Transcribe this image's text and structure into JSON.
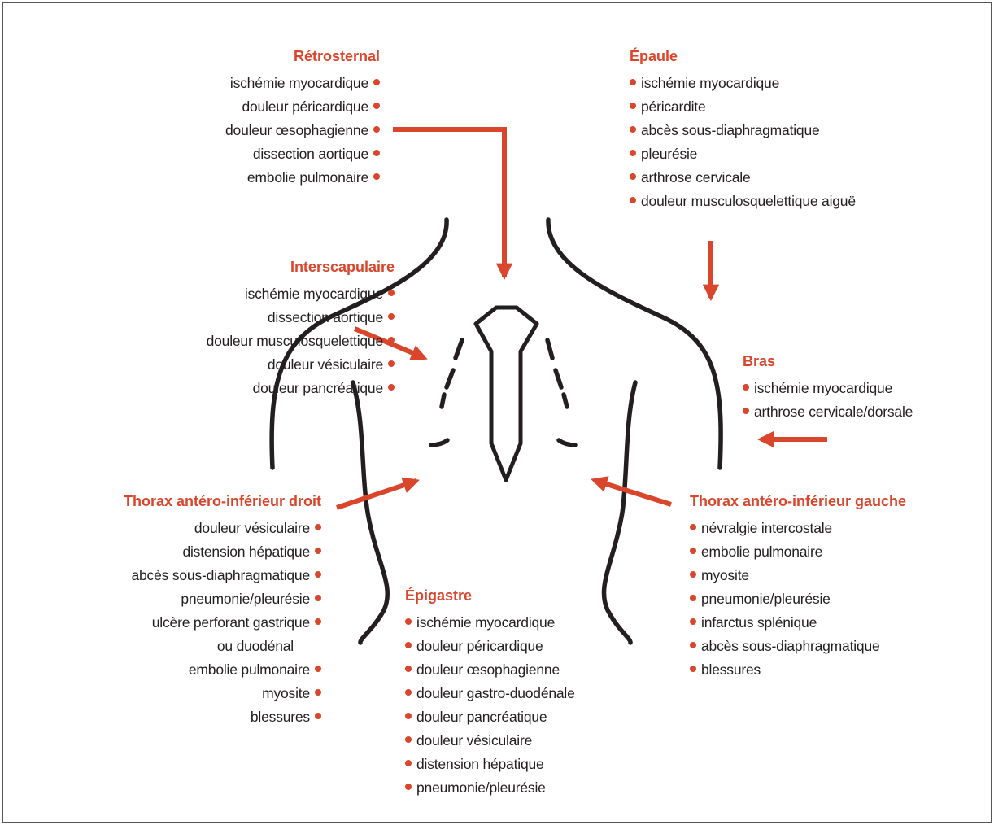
{
  "colors": {
    "accent": "#d9462b",
    "ink": "#231f20",
    "frame": "#555555"
  },
  "regions": [
    {
      "id": "retrosternal",
      "title": "Rétrosternal",
      "align": "right",
      "items": [
        "ischémie myocardique",
        "douleur péricardique",
        "douleur œsophagienne",
        "dissection aortique",
        "embolie pulmonaire"
      ]
    },
    {
      "id": "epaule",
      "title": "Épaule",
      "align": "left",
      "items": [
        "ischémie myocardique",
        "péricardite",
        "abcès sous-diaphragmatique",
        "pleurésie",
        "arthrose cervicale",
        "douleur musculosquelettique aiguë"
      ]
    },
    {
      "id": "interscapulaire",
      "title": "Interscapulaire",
      "align": "right",
      "items": [
        "ischémie myocardique",
        "dissection aortique",
        "douleur musculosquelettique",
        "douleur vésiculaire",
        "douleur pancréatique"
      ]
    },
    {
      "id": "bras",
      "title": "Bras",
      "align": "left",
      "items": [
        "ischémie myocardique",
        "arthrose cervicale/dorsale"
      ]
    },
    {
      "id": "thorax-droit",
      "title": "Thorax antéro-inférieur droit",
      "align": "right",
      "items": [
        "douleur vésiculaire",
        "distension hépatique",
        "abcès sous-diaphragmatique",
        "pneumonie/pleurésie",
        "ulcère perforant gastrique",
        "ou duodénal",
        "embolie pulmonaire",
        "myosite",
        "blessures"
      ]
    },
    {
      "id": "thorax-gauche",
      "title": "Thorax antéro-inférieur gauche",
      "align": "left",
      "items": [
        "névralgie intercostale",
        "embolie pulmonaire",
        "myosite",
        "pneumonie/pleurésie",
        "infarctus splénique",
        "abcès sous-diaphragmatique",
        "blessures"
      ]
    },
    {
      "id": "epigastre",
      "title": "Épigastre",
      "align": "left",
      "items": [
        "ischémie myocardique",
        "douleur péricardique",
        "douleur œsophagienne",
        "douleur gastro-duodénale",
        "douleur pancréatique",
        "douleur vésiculaire",
        "distension hépatique",
        "pneumonie/pleurésie"
      ]
    }
  ],
  "no_bullet_items": [
    "ou duodénal"
  ]
}
